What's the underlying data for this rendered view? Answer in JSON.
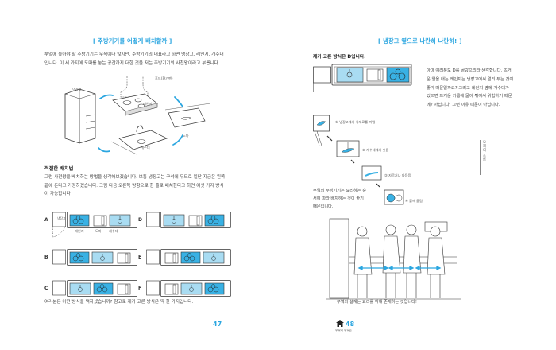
{
  "left_page": {
    "title": "[ 주방기기를 어떻게 배치할까 ]",
    "intro": "부엌에 놓아야 할 주방기기는 무척이나 많지만, 주방기기의 대표라고 하면 냉장고, 레인지, 개수대입니다. 이 세 가지에 도마를 놓는 공간까지 더한 것을 저는 주방기기의 사천왕이라고 부릅니다.",
    "diagram_labels": {
      "hood": "후드(환기팬)",
      "fridge": "냉장고",
      "range": "레인지",
      "sink": "개수대",
      "board": "도마"
    },
    "subheading": "적절한 배치법",
    "layout_text": "그럼 사천왕을 배치하는 방법을 생각해보겠습니다. 보통 냉장고는 구석에 두므로 일단 지금은 왼쪽 끝에 둔다고 가정하겠습니다. 그럼 다음 오른쪽 방향으로 한 줄로 배치한다고 하면 여섯 가지 방식이 가능합니다.",
    "layouts": [
      {
        "letter": "A",
        "order": [
          "range",
          "board",
          "sink"
        ]
      },
      {
        "letter": "B",
        "order": [
          "range",
          "sink",
          "board"
        ]
      },
      {
        "letter": "C",
        "order": [
          "sink",
          "range",
          "board"
        ]
      },
      {
        "letter": "D",
        "order": [
          "sink",
          "board",
          "range"
        ]
      },
      {
        "letter": "E",
        "order": [
          "board",
          "range",
          "sink"
        ]
      },
      {
        "letter": "F",
        "order": [
          "board",
          "sink",
          "range"
        ]
      }
    ],
    "layout_a_labels": {
      "fridge": "냉장고",
      "range": "레인지",
      "board": "도마",
      "sink": "개수대"
    },
    "question": "여러분은 어떤 방식을 택하셨습니까? 참고로 제가 고른 방식은 딱 한 가지입니다.",
    "page_number": "47"
  },
  "right_page": {
    "title": "[ 냉장고 옆으로 나란히 나란히! ]",
    "subheading": "제가 고른 방식은 D입니다.",
    "explanation": "아마 여러분도 D를 골랐으리라 생각합니다. 뜨거운 열을 내는 레인지는 냉장고에서 멀리 두는 것이 좋기 때문일까요? 그리고 레인지 옆에 개수대가 있으면 뜨거운 기름에 물이 튀어서 위험하기 때문에? 아닙니다. 그런 이유 때문이 아닙니다.",
    "steps": [
      "① 냉장고에서 식재료를 꺼냄",
      "② 개수대에서 씻음",
      "③ 자르거나 다듬음",
      "④ 불에 올림"
    ],
    "vertical_label": "요리의 흐름",
    "flow_text": "부엌의 주방기기는 요리하는 순서에 따라 배치하는 것이 좋기 때문입니다.",
    "caption": "부엌의 설계는 요리를 위해 존재하는 것입니다!",
    "page_number": "48",
    "footer_label": "부엌에 부엌은"
  },
  "colors": {
    "accent": "#2ba6e0",
    "fill_light": "#a9dcf2",
    "fill_dark": "#39b1e4"
  }
}
